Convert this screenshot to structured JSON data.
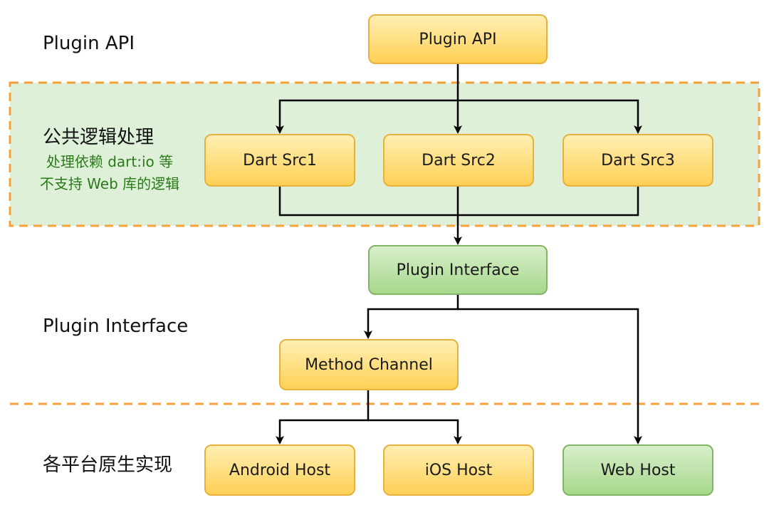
{
  "labels": {
    "plugin_api": "Plugin API",
    "common_logic": "公共逻辑处理",
    "note_line1": "处理依赖 dart:io 等",
    "note_line2": "不支持 Web 库的逻辑",
    "plugin_interface": "Plugin Interface",
    "native_impl": "各平台原生实现"
  },
  "nodes": {
    "plugin_api": "Plugin API",
    "dart_src1": "Dart Src1",
    "dart_src2": "Dart Src2",
    "dart_src3": "Dart Src3",
    "plugin_interface": "Plugin Interface",
    "method_channel": "Method Channel",
    "android_host": "Android Host",
    "ios_host": "iOS Host",
    "web_host": "Web Host"
  },
  "colors": {
    "yellow_fill": "#ffd966",
    "yellow_border": "#e6b13c",
    "green_fill": "#a7d88b",
    "green_border": "#82b366",
    "region_fill": "#dff0d8",
    "dash_orange": "#f5a03a",
    "note_text": "#2a7a1a"
  }
}
